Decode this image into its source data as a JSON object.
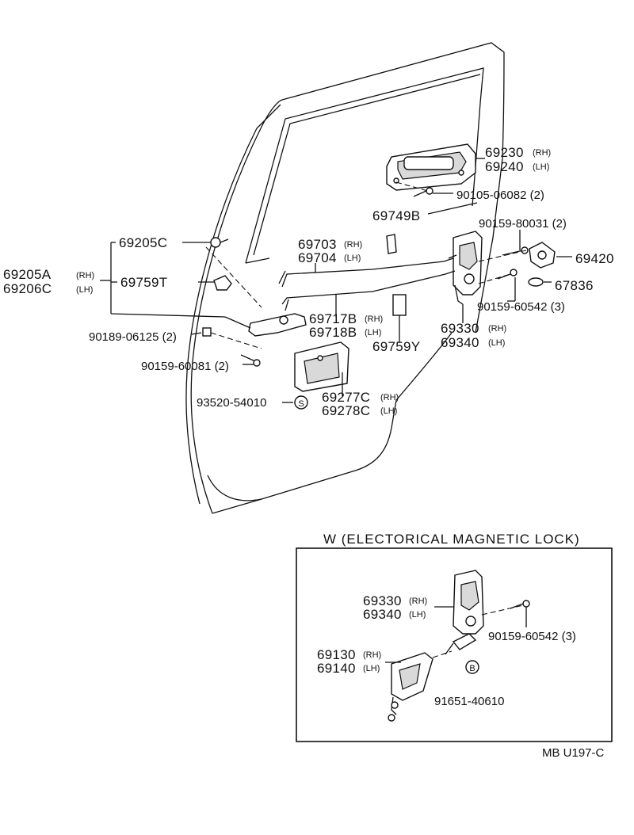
{
  "parts": {
    "p69230": {
      "num": "69230",
      "sfx": "(RH)"
    },
    "p69240": {
      "num": "69240",
      "sfx": "(LH)"
    },
    "p90105": {
      "num": "90105-06082 (2)"
    },
    "p69749B": {
      "num": "69749B"
    },
    "p90159_80031": {
      "num": "90159-80031 (2)"
    },
    "p69420": {
      "num": "69420"
    },
    "p67836": {
      "num": "67836"
    },
    "p90159_60542": {
      "num": "90159-60542 (3)"
    },
    "p69330": {
      "num": "69330",
      "sfx": "(RH)"
    },
    "p69340": {
      "num": "69340",
      "sfx": "(LH)"
    },
    "p69205C": {
      "num": "69205C"
    },
    "p69205A": {
      "num": "69205A",
      "sfx": "(RH)"
    },
    "p69206C": {
      "num": "69206C",
      "sfx": "(LH)"
    },
    "p69759T": {
      "num": "69759T"
    },
    "p69703": {
      "num": "69703",
      "sfx": "(RH)"
    },
    "p69704": {
      "num": "69704",
      "sfx": "(LH)"
    },
    "p69717B": {
      "num": "69717B",
      "sfx": "(RH)"
    },
    "p69718B": {
      "num": "69718B",
      "sfx": "(LH)"
    },
    "p69759Y": {
      "num": "69759Y"
    },
    "p90189": {
      "num": "90189-06125 (2)"
    },
    "p90159_60081": {
      "num": "90159-60081 (2)"
    },
    "p93520": {
      "num": "93520-54010"
    },
    "p69277C": {
      "num": "69277C",
      "sfx": "(RH)"
    },
    "p69278C": {
      "num": "69278C",
      "sfx": "(LH)"
    }
  },
  "symbols": {
    "s": "S",
    "b": "B"
  },
  "inset": {
    "title": "W (ELECTORICAL MAGNETIC LOCK)",
    "p69330": {
      "num": "69330",
      "sfx": "(RH)"
    },
    "p69340": {
      "num": "69340",
      "sfx": "(LH)"
    },
    "p90159_60542": {
      "num": "90159-60542 (3)"
    },
    "p69130": {
      "num": "69130",
      "sfx": "(RH)"
    },
    "p69140": {
      "num": "69140",
      "sfx": "(LH)"
    },
    "p91651": {
      "num": "91651-40610"
    }
  },
  "footer": {
    "code": "MB U197-C"
  }
}
